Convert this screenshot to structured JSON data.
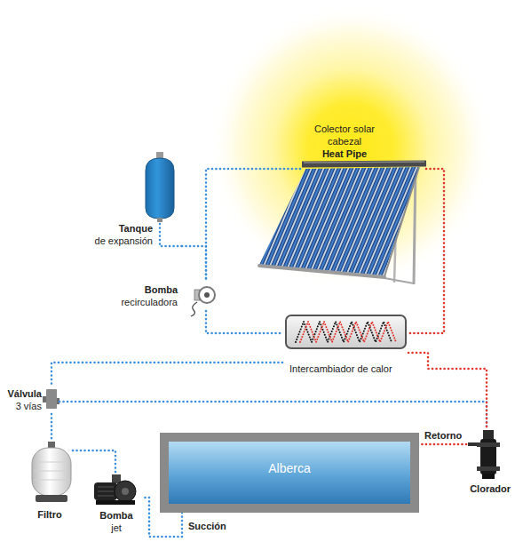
{
  "diagram": {
    "nodes": [
      {
        "text": [
          "Colector solar cabezal",
          "Heat Pipe"
        ]
      },
      {
        "text": [
          "Tanque",
          "de expansión"
        ]
      },
      {
        "text": [
          "Bomba",
          "recirculadora"
        ]
      },
      {
        "text": [
          "Intercambiador de calor"
        ]
      },
      {
        "text": [
          "Válvula",
          "3 vías"
        ]
      },
      {
        "text": [
          "Alberca"
        ]
      },
      {
        "text": [
          "Clorador"
        ]
      },
      {
        "text": [
          "Filtro"
        ]
      },
      {
        "text": [
          "Bomba",
          "jet"
        ]
      }
    ],
    "edges": [
      {
        "from": 0,
        "to": 2,
        "arrow": "none"
      },
      {
        "from": 1,
        "to": 2,
        "arrow": "none"
      },
      {
        "from": 2,
        "to": 3,
        "arrow": "none"
      },
      {
        "from": 0,
        "to": 3,
        "arrow": "none"
      },
      {
        "from": 3,
        "to": 4,
        "arrow": "none"
      },
      {
        "from": 3,
        "to": 6,
        "arrow": "none"
      },
      {
        "from": 4,
        "to": 6,
        "arrow": "none"
      },
      {
        "from": 4,
        "to": 7,
        "arrow": "none"
      },
      {
        "from": 7,
        "to": 8,
        "arrow": "none"
      },
      {
        "from": 5,
        "to": 8,
        "label": "Succión",
        "arrow": "none"
      },
      {
        "from": 6,
        "to": 5,
        "label": "Retorno",
        "arrow": "none"
      }
    ]
  }
}
